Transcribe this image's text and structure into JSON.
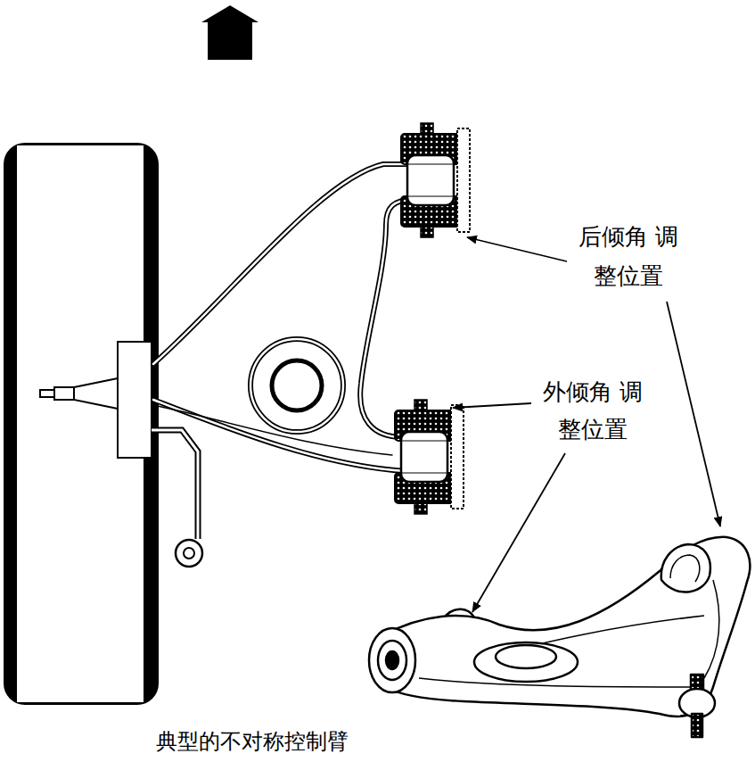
{
  "diagram": {
    "caption": "典型的不对称控制臂",
    "labels": [
      "后倾角 调整位置",
      "外倾角 调整位置"
    ]
  }
}
